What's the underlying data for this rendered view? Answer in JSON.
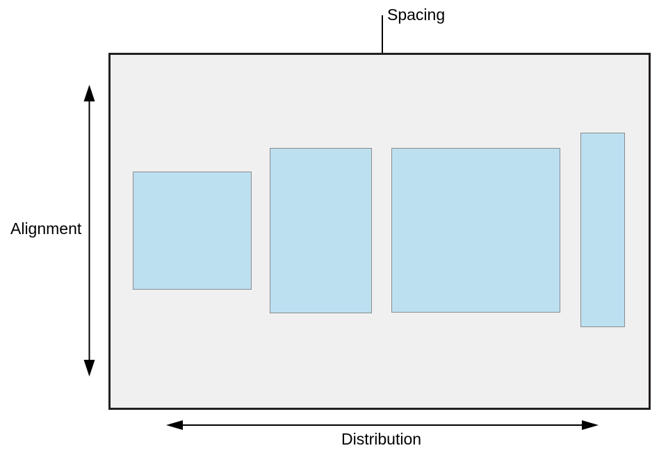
{
  "figure": {
    "annotations": {
      "spacing": "Spacing",
      "alignment": "Alignment",
      "distribution": "Distribution"
    },
    "colors": {
      "panel_fill": "#f0f0f1",
      "panel_border": "#231f20",
      "element_fill": "#bde0f1",
      "element_border": "#8a8b8e",
      "annotation_line": "#000000",
      "page_background": "#ffffff"
    },
    "element_count": 4
  }
}
